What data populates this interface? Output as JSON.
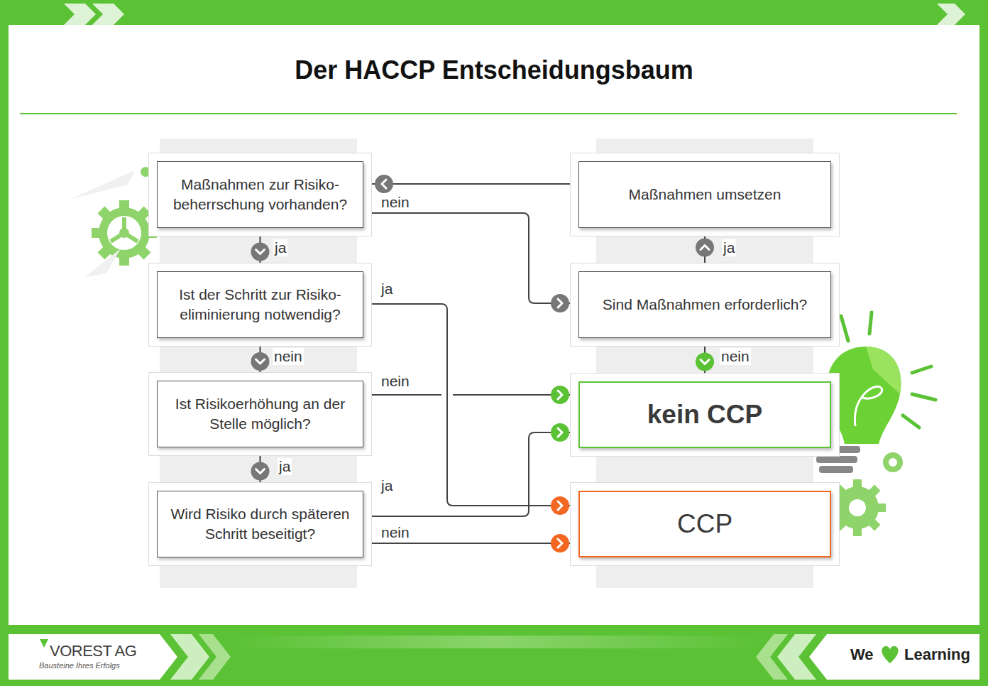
{
  "diagram": {
    "title": "Der HACCP Entscheidungsbaum",
    "nodes": [
      {
        "text": [
          "Maßnahmen zur Risiko- beherrschung vorhanden?"
        ]
      },
      {
        "text": [
          "Maßnahmen umsetzen"
        ]
      },
      {
        "text": [
          "Ist der Schritt zur Risiko- eliminierung notwendig?"
        ]
      },
      {
        "text": [
          "Sind Maßnahmen erforderlich?"
        ]
      },
      {
        "text": [
          "Ist Risikoerhöhung an der Stelle möglich?"
        ]
      },
      {
        "text": [
          "kein CCP"
        ]
      },
      {
        "text": [
          "Wird Risiko durch späteren Schritt beseitigt?"
        ]
      },
      {
        "text": [
          "CCP"
        ]
      }
    ],
    "edges": [
      {
        "from": 0,
        "to": 2,
        "label": "ja",
        "arrow": "to"
      },
      {
        "from": 0,
        "to": 3,
        "label": "nein",
        "arrow": "to"
      },
      {
        "from": 3,
        "to": 1,
        "label": "ja",
        "arrow": "to"
      },
      {
        "from": 1,
        "to": 0,
        "arrow": "to"
      },
      {
        "from": 3,
        "to": 5,
        "label": "nein",
        "arrow": "to"
      },
      {
        "from": 2,
        "to": 4,
        "label": "nein",
        "arrow": "to"
      },
      {
        "from": 2,
        "to": 7,
        "label": "ja",
        "arrow": "to"
      },
      {
        "from": 4,
        "to": 6,
        "label": "ja",
        "arrow": "to"
      },
      {
        "from": 4,
        "to": 5,
        "label": "nein",
        "arrow": "to"
      },
      {
        "from": 6,
        "to": 5,
        "label": "ja",
        "arrow": "to"
      },
      {
        "from": 6,
        "to": 7,
        "label": "nein",
        "arrow": "to"
      }
    ],
    "labels": [
      "VOREST AG",
      "Bausteine Ihres Erfolgs",
      "We",
      "Learning"
    ]
  }
}
